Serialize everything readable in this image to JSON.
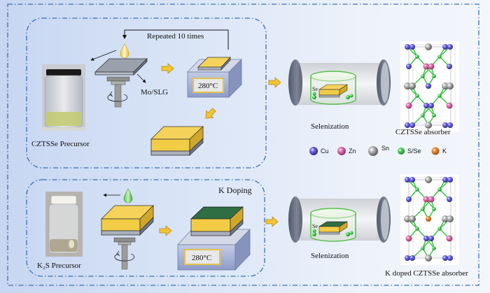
{
  "top_panel": {
    "precursor_label": "CZTSSe Precursor",
    "repeat_label": "Repeated 10 times",
    "substrate_label": "Mo/SLG",
    "hotplate_temp": "280°C",
    "selenization_label": "Selenization",
    "se_label": "Se",
    "absorber_label": "CZTSSe absorber"
  },
  "bottom_panel": {
    "title": "K Doping",
    "precursor_label": "K₂S Precursor",
    "hotplate_temp": "280°C",
    "selenization_label": "Selenization",
    "se_label": "Se",
    "absorber_label": "K doped CZTSSe absorber"
  },
  "legend": {
    "items": [
      {
        "label": "Cu",
        "color": "#4b45c8"
      },
      {
        "label": "Zn",
        "color": "#d2559a"
      },
      {
        "label": "Sn",
        "color": "#9a9a9a"
      },
      {
        "label": "S/Se",
        "color": "#2fbd3a"
      },
      {
        "label": "K",
        "color": "#e0701c"
      }
    ]
  },
  "colors": {
    "film_yellow": "#f5d35a",
    "k_layer_green": "#2f6e42",
    "substrate_gray": "#a9b0bd",
    "arrow_yellow": "#f3c433",
    "panel_border": "#3b6fb0"
  }
}
